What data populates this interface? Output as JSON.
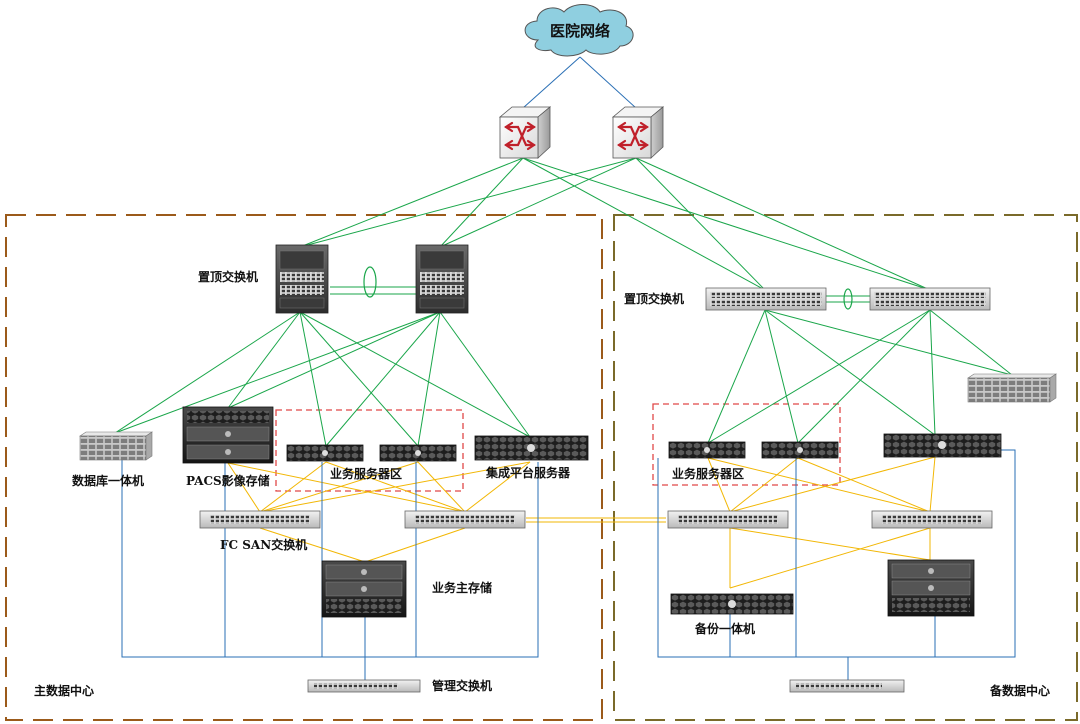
{
  "cloud": {
    "label": "医院网络"
  },
  "main_dc": {
    "title": "主数据中心",
    "tor_switch": "置顶交换机",
    "db_appliance": "数据库一体机",
    "pacs_storage": "PACS影像存储",
    "app_server_zone": "业务服务器区",
    "integration_server": "集成平台服务器",
    "fc_san_switch": "FC SAN交换机",
    "primary_storage": "业务主存储",
    "mgmt_switch": "管理交换机"
  },
  "backup_dc": {
    "title": "备数据中心",
    "tor_switch": "置顶交换机",
    "app_server_zone": "业务服务器区",
    "backup_appliance": "备份一体机"
  },
  "colors": {
    "uplink": "#1aa64a",
    "fc_link": "#f2b705",
    "mgmt_link": "#2a6fb5",
    "wan_link": "#2a6fb5",
    "dc_border": "#9b5a1a",
    "backup_dc_border": "#7a6a2a",
    "zone_border": "#e04848",
    "cloud_fill": "#8fcfe0"
  }
}
